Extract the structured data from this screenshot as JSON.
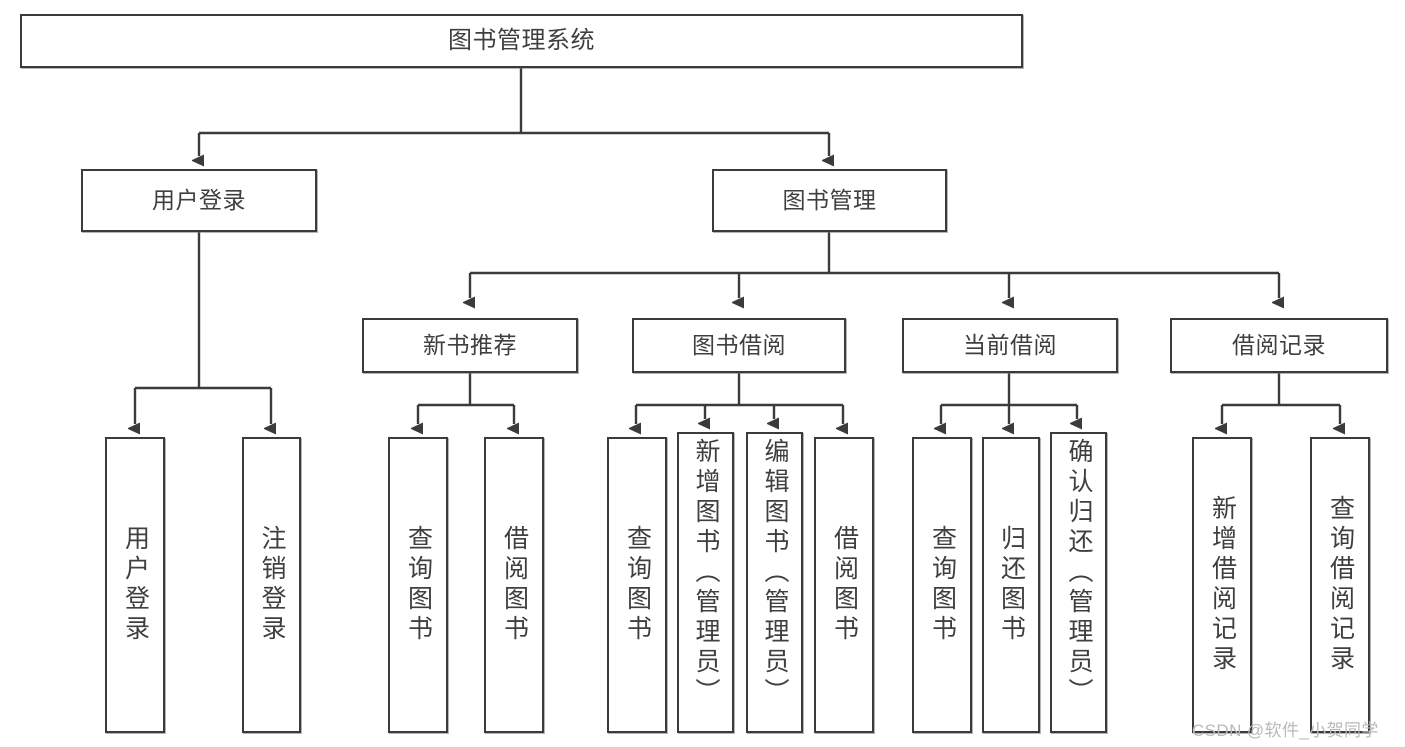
{
  "diagram": {
    "title": "图书管理系统",
    "type": "hierarchy-tree",
    "root": {
      "label": "图书管理系统"
    },
    "level1": [
      {
        "label": "用户登录"
      },
      {
        "label": "图书管理"
      }
    ],
    "level2": [
      {
        "label": "新书推荐"
      },
      {
        "label": "图书借阅"
      },
      {
        "label": "当前借阅"
      },
      {
        "label": "借阅记录"
      }
    ],
    "leaves": {
      "user_login": [
        {
          "label": "用户登录"
        },
        {
          "label": "注销登录"
        }
      ],
      "new_book_recommend": [
        {
          "label": "查询图书"
        },
        {
          "label": "借阅图书"
        }
      ],
      "book_borrow": [
        {
          "label": "查询图书"
        },
        {
          "label": "新增图书（管理员）"
        },
        {
          "label": "编辑图书（管理员）"
        },
        {
          "label": "借阅图书"
        }
      ],
      "current_borrow": [
        {
          "label": "查询图书"
        },
        {
          "label": "归还图书"
        },
        {
          "label": "确认归还（管理员）"
        }
      ],
      "borrow_record": [
        {
          "label": "新增借阅记录"
        },
        {
          "label": "查询借阅记录"
        }
      ]
    }
  },
  "watermark": {
    "text": "CSDN @软件_小贺同学"
  },
  "colors": {
    "border": "#3b3b3b",
    "text": "#3f3f3f",
    "background": "#ffffff",
    "watermark": "#b9b9b9"
  }
}
